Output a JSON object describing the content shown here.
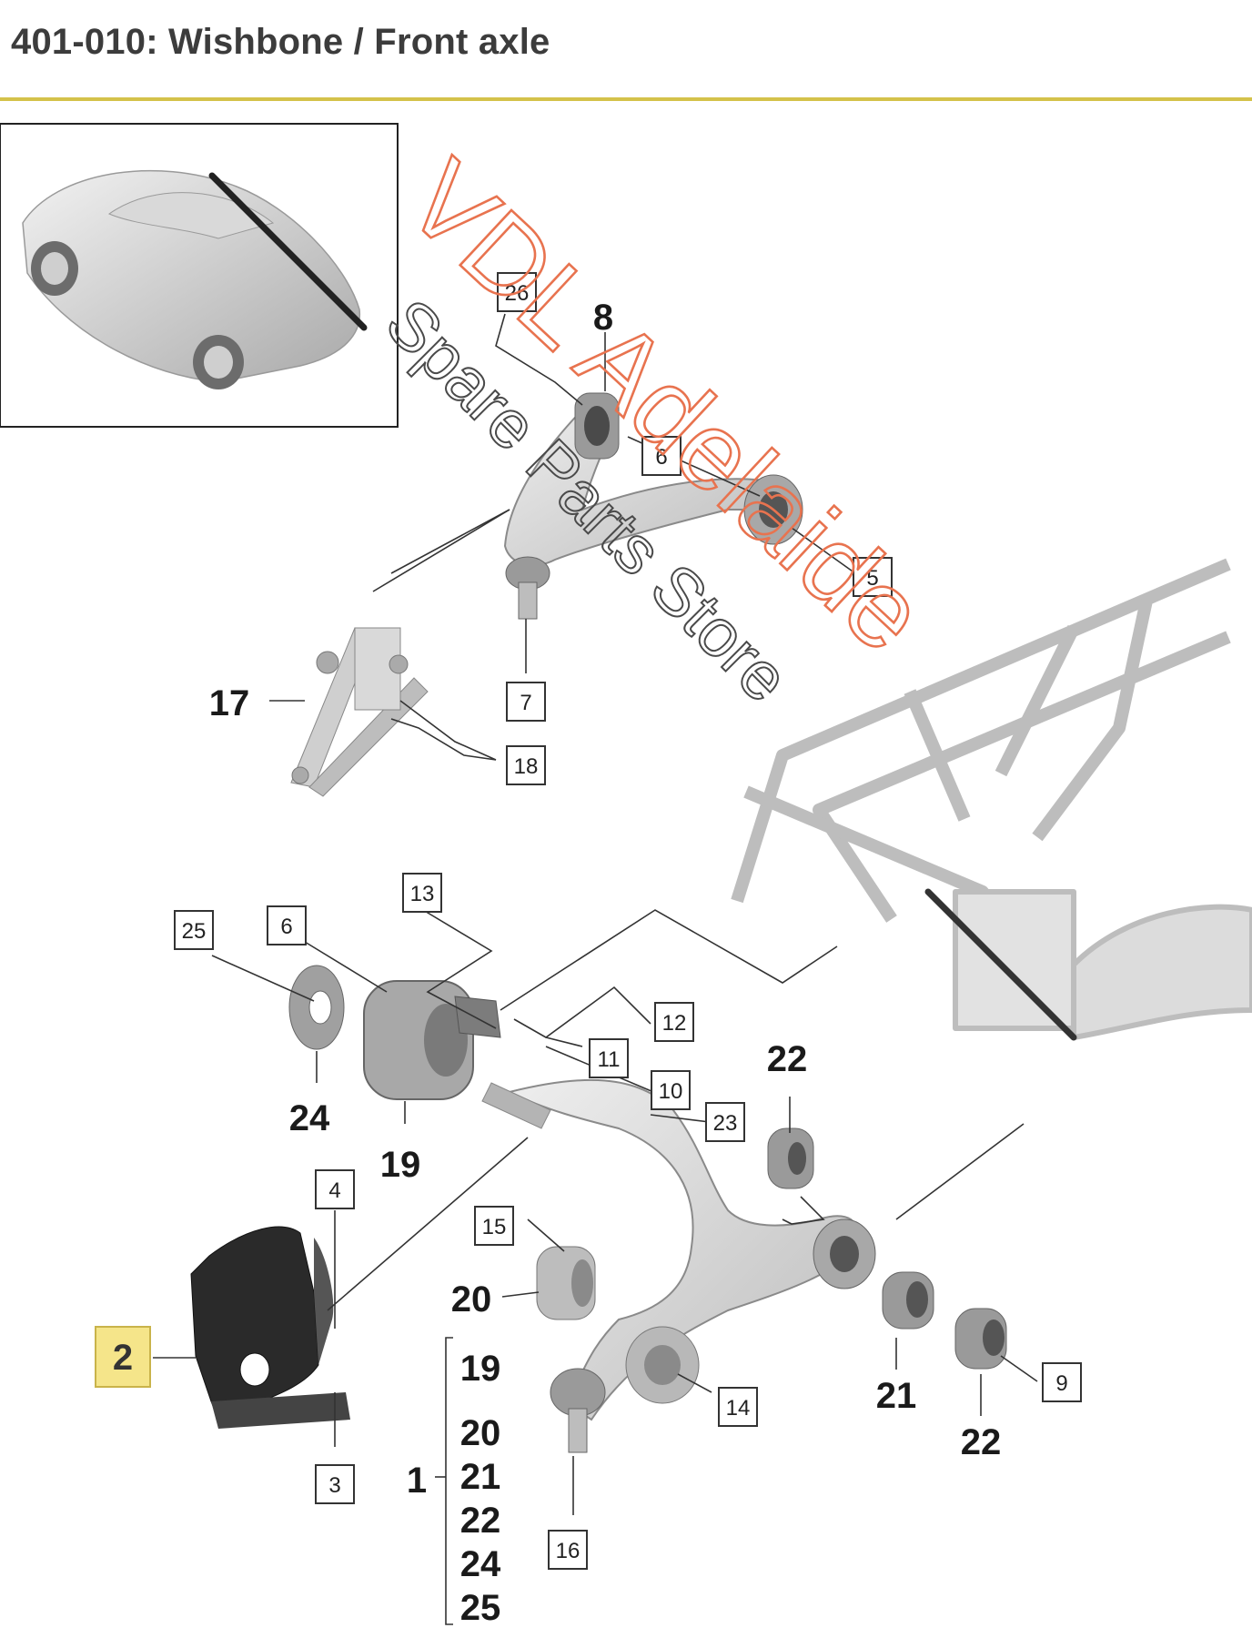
{
  "header": {
    "title": "401-010: Wishbone / Front axle"
  },
  "watermark": {
    "line1": "VDL Adelaide",
    "line2": "Spare Parts Store",
    "color_line1": "#e8734f",
    "color_line2": "#4a4a4a"
  },
  "colors": {
    "accent_rule": "#d4c24a",
    "highlight_box": "#f5e58a",
    "part_gray": "#cfcfcf",
    "part_dark": "#2a2a2a"
  },
  "callouts": {
    "c26": "26",
    "c8": "8",
    "c6a": "6",
    "c5": "5",
    "c7": "7",
    "c17": "17",
    "c18": "18",
    "c13": "13",
    "c25": "25",
    "c6b": "6",
    "c12": "12",
    "c11": "11",
    "c10": "10",
    "c23": "23",
    "c22a": "22",
    "c24": "24",
    "c19": "19",
    "c4": "4",
    "c15": "15",
    "c20": "20",
    "c2": "2",
    "c14": "14",
    "c21": "21",
    "c22b": "22",
    "c9": "9",
    "c3": "3",
    "c16": "16",
    "c1": "1"
  },
  "kit_list": [
    "19",
    "20",
    "21",
    "22",
    "24",
    "25"
  ]
}
